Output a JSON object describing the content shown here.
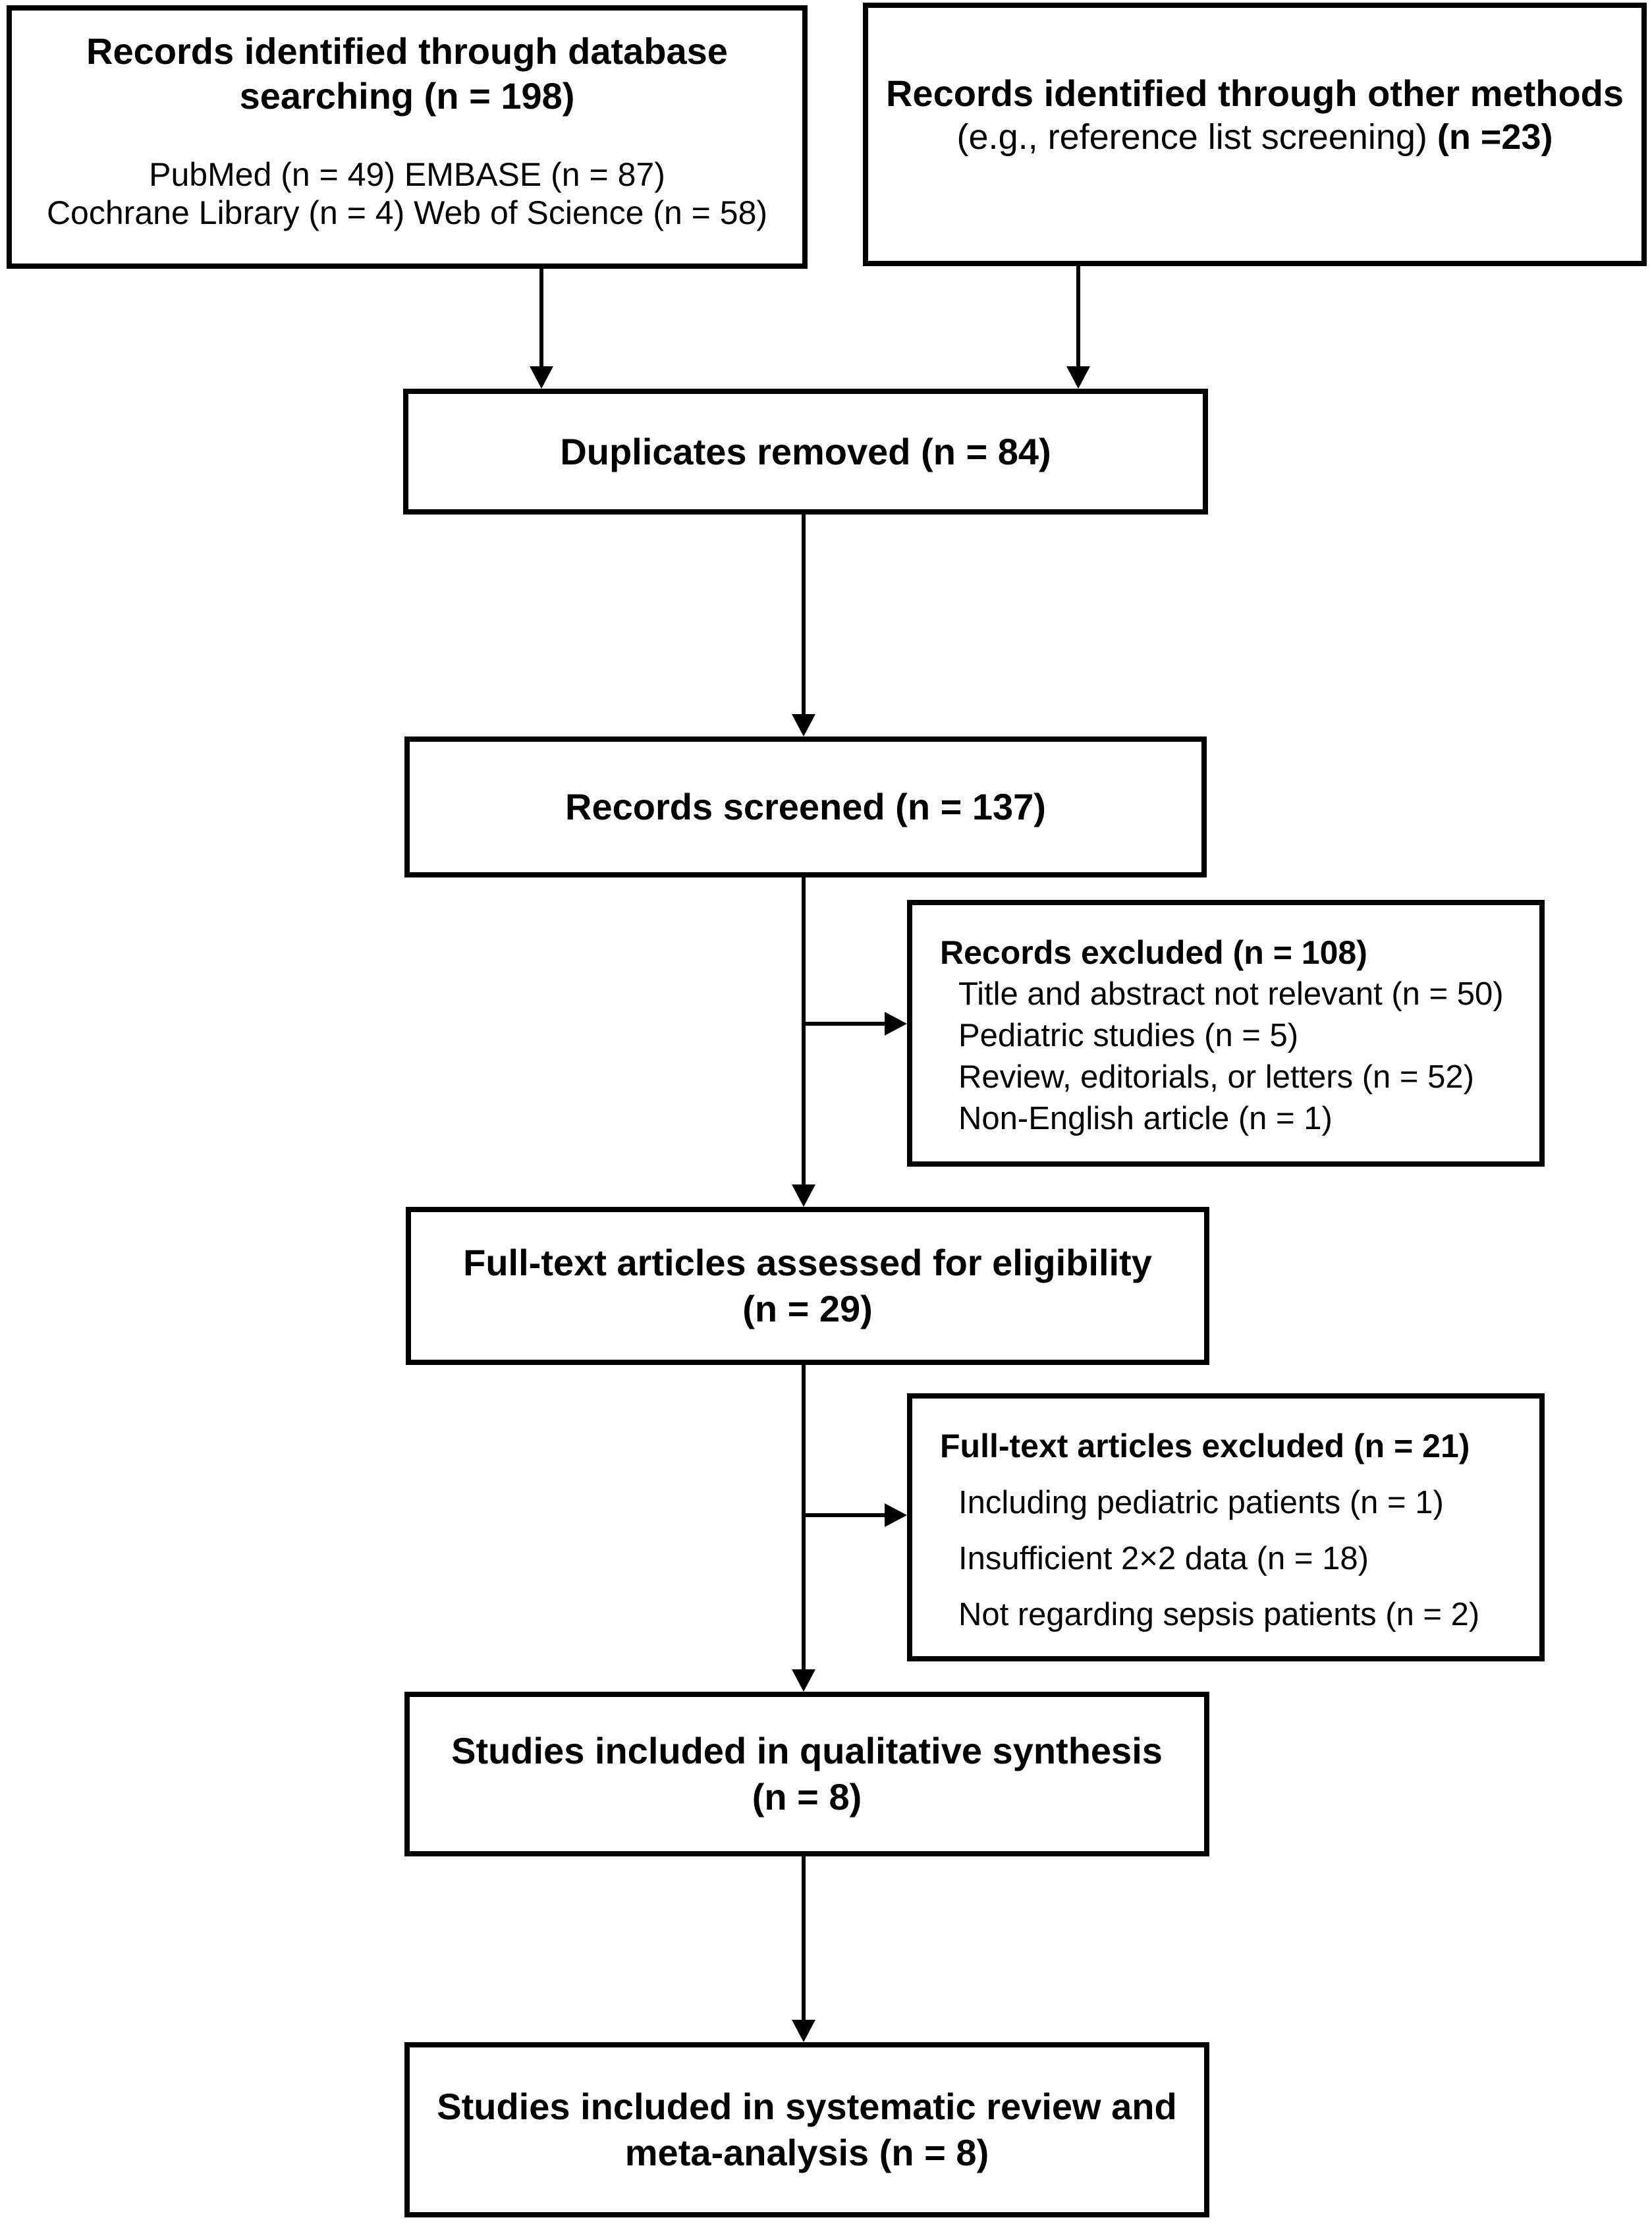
{
  "figure": {
    "background": "#ffffff",
    "line_color": "#000000",
    "text_color": "#000000",
    "boxes": {
      "database": {
        "title": [
          "Records identified through database",
          "searching (n = 198)"
        ],
        "details": [
          "PubMed (n = 49) EMBASE (n = 87)",
          "Cochrane Library (n = 4) Web of Science (n = 58)"
        ]
      },
      "other_methods": {
        "title": "Records identified through other methods",
        "subtitle_regular": "(e.g., reference list screening) ",
        "subtitle_bold": "(n =23)"
      },
      "duplicates_removed": {
        "label": "Duplicates removed (n = 84)"
      },
      "records_screened": {
        "label": "Records screened (n = 137)"
      },
      "records_excluded": {
        "header": "Records excluded (n = 108)",
        "items": [
          "Title and abstract not relevant (n = 50)",
          "Pediatric studies (n = 5)",
          "Review, editorials, or letters (n = 52)",
          "Non-English article (n = 1)"
        ]
      },
      "fulltext_assessed": {
        "lines": [
          "Full-text articles assessed for eligibility",
          "(n = 29)"
        ]
      },
      "fulltext_excluded": {
        "header": "Full-text articles excluded (n = 21)",
        "items": [
          "Including pediatric patients (n = 1)",
          "Insufficient 2×2 data (n = 18)",
          "Not regarding sepsis patients (n = 2)"
        ]
      },
      "qualitative_synthesis": {
        "lines": [
          "Studies included in qualitative synthesis",
          "(n = 8)"
        ]
      },
      "systematic_review": {
        "lines": [
          "Studies included in systematic review and",
          "meta-analysis (n = 8)"
        ]
      }
    }
  }
}
